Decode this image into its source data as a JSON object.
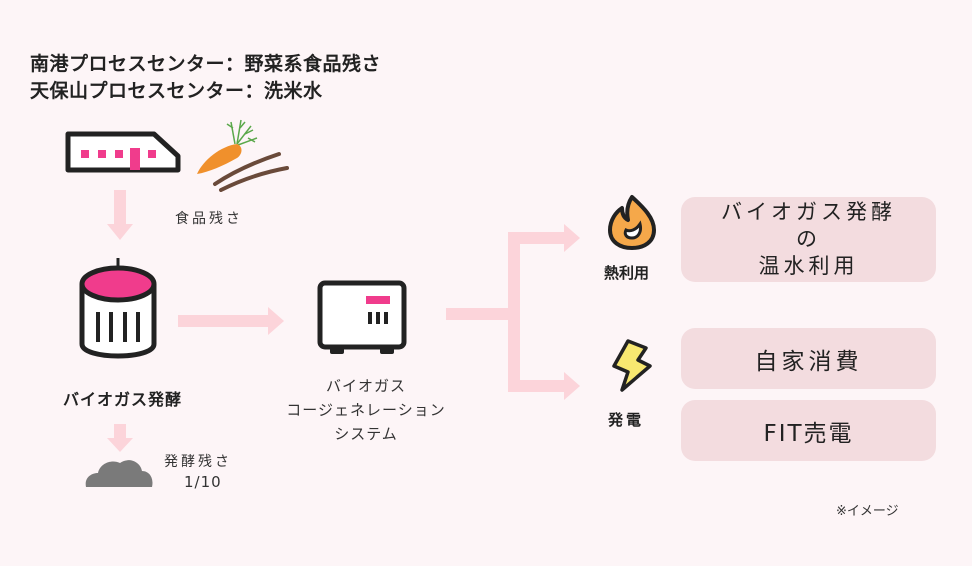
{
  "header": {
    "line1": "南港プロセスセンター：野菜系食品残さ",
    "line2": "天保山プロセスセンター：洗米水"
  },
  "flow": {
    "food_waste_label": "食品残さ",
    "fermentation_label": "バイオガス発酵",
    "residue_label_1": "発酵残さ",
    "residue_label_2": "1/10",
    "cogen_label_1": "バイオガス",
    "cogen_label_2": "コージェネレーション",
    "cogen_label_3": "システム"
  },
  "outputs": {
    "heat": {
      "label": "熱利用",
      "icon": "flame-icon",
      "box_lines": [
        "バイオガス発酵",
        "の",
        "温水利用"
      ]
    },
    "power": {
      "label": "発電",
      "icon": "lightning-icon",
      "boxes": [
        "自家消費",
        "FIT売電"
      ]
    }
  },
  "note": "※イメージ",
  "colors": {
    "background": "#fdf5f7",
    "accent_pink": "#f03c8c",
    "arrow_pink": "#fcd4da",
    "box_fill": "#f3dcdf",
    "flame_orange": "#f5a84a",
    "bolt_yellow": "#f8e870",
    "cloud_gray": "#7a7a7a"
  }
}
